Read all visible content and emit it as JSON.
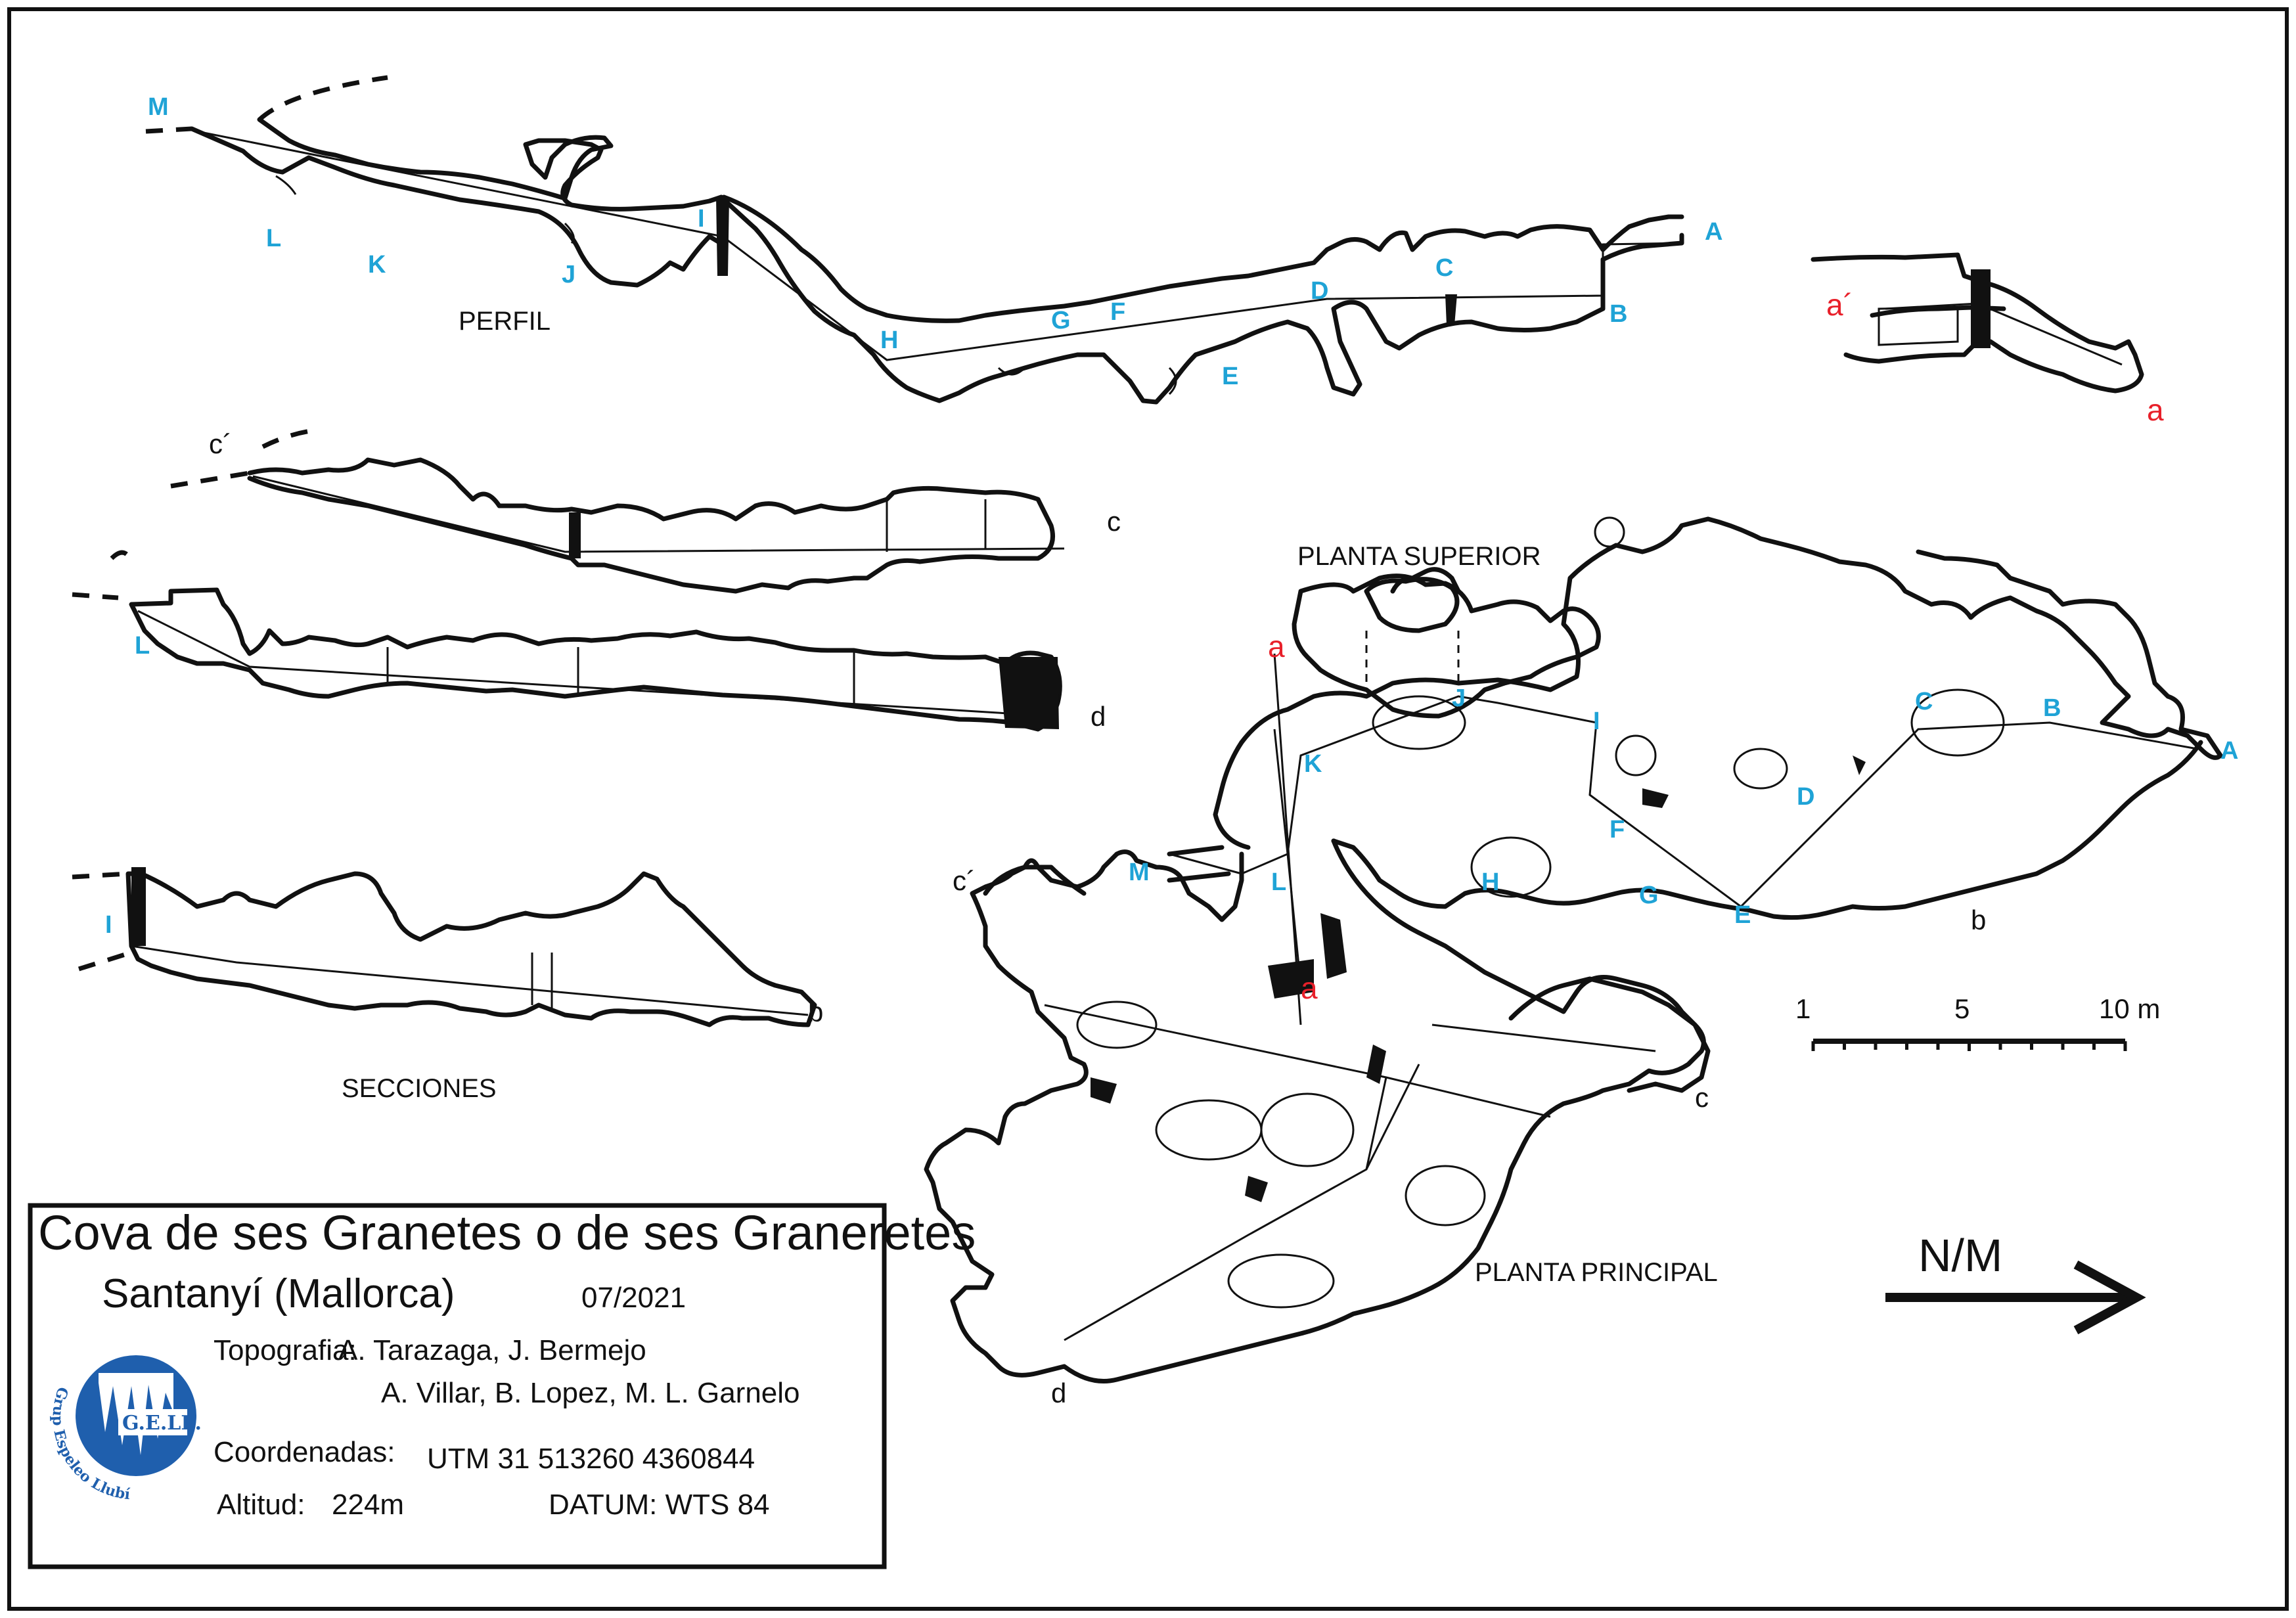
{
  "sheet": {
    "title": "Cova de ses Granetes o de ses Graneretes",
    "location": "Santanyí (Mallorca)",
    "date": "07/2021",
    "topography_label": "Topografia:",
    "topography_line1": "A. Tarazaga, J. Bermejo",
    "topography_line2": "A. Villar, B. Lopez, M. L. Garnelo",
    "coordinates_label": "Coordenadas:",
    "coordinates_value": "UTM 31 513260 4360844",
    "altitude_label": "Altitud:",
    "altitude_value": "224m",
    "datum": "DATUM: WTS 84"
  },
  "logo": {
    "initials": "G.E.LL.",
    "arc_text": "Grup Espeleo Llubí",
    "color": "#1f5fad"
  },
  "views": {
    "perfil": "PERFIL",
    "secciones": "SECCIONES",
    "planta_superior": "PLANTA SUPERIOR",
    "planta_principal": "PLANTA PRINCIPAL"
  },
  "stations": {
    "perfil": [
      "M",
      "L",
      "K",
      "J",
      "I",
      "H",
      "G",
      "F",
      "E",
      "D",
      "C",
      "B",
      "A"
    ],
    "plan": [
      "A",
      "B",
      "C",
      "D",
      "E",
      "F",
      "G",
      "H",
      "I",
      "J",
      "K",
      "L",
      "M"
    ],
    "color": "#1fa3d6"
  },
  "section_marks": {
    "a": "a",
    "a_prime": "a´",
    "b": "b",
    "c": "c",
    "c_prime": "c´",
    "d": "d",
    "section_L": "L",
    "section_I": "I",
    "red_color": "#e8202a"
  },
  "scale_bar": {
    "ticks": [
      "1",
      "5",
      "10 m"
    ]
  },
  "north": {
    "label": "N/M"
  }
}
